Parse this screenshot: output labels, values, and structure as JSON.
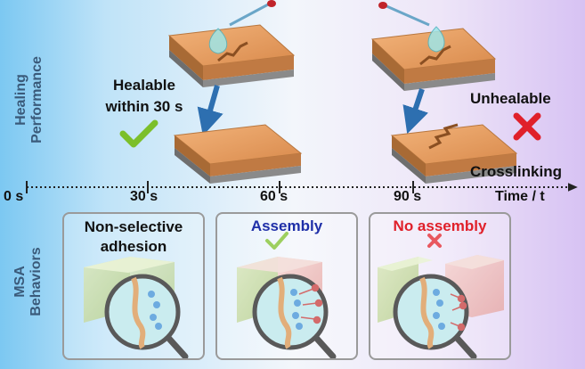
{
  "healing": {
    "section_label_line1": "Healing",
    "section_label_line2": "Performance",
    "healable_line1": "Healable",
    "healable_line2": "within 30 s",
    "unhealable": "Unhealable",
    "crosslinking": "Crosslinking"
  },
  "timeline": {
    "ticks": [
      "0 s",
      "30 s",
      "60 s",
      "90 s"
    ],
    "axis_label": "Time / t"
  },
  "msa": {
    "section_label_line1": "MSA",
    "section_label_line2": "Behaviors",
    "panel1_line1": "Non-selective",
    "panel1_line2": "adhesion",
    "panel2_label": "Assembly",
    "panel3_label": "No assembly"
  },
  "colors": {
    "check": "#7cbf2a",
    "cross": "#e0202a",
    "assembly_text": "#1f2fa8",
    "no_assembly_text": "#e0202a",
    "section_label": "#3a5a7a",
    "arrow": "#2d6fb0"
  }
}
